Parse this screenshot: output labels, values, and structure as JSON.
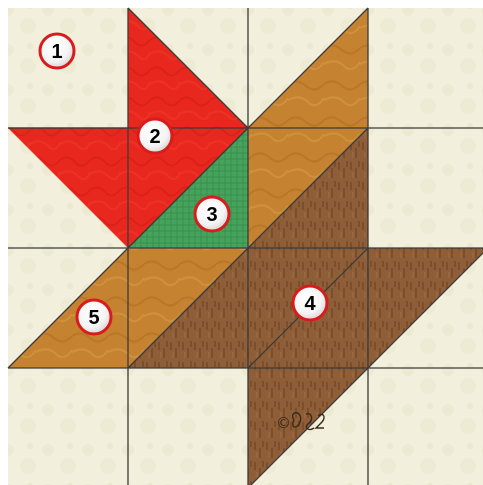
{
  "block": {
    "grid_size": 4,
    "colors": {
      "background": "#f2f0dc",
      "background_texture": "#ebe8cf",
      "red": "#e8281e",
      "red_dark": "#c81810",
      "green": "#3f9a55",
      "gold": "#c07e28",
      "gold_light": "#d49a3c",
      "brown": "#8a5a34",
      "brown_dark": "#6b4324",
      "seam": "#3b3b3b",
      "marker_fill": "#ffffff",
      "marker_ring": "#d81c1c"
    },
    "markers": [
      {
        "label": "1",
        "piece": "background-square"
      },
      {
        "label": "2",
        "piece": "red-half-square-triangle"
      },
      {
        "label": "3",
        "piece": "green-half-square-triangle"
      },
      {
        "label": "4",
        "piece": "brown-center-square"
      },
      {
        "label": "5",
        "piece": "gold-half-square-triangle"
      }
    ],
    "copyright_glyph": "©"
  }
}
